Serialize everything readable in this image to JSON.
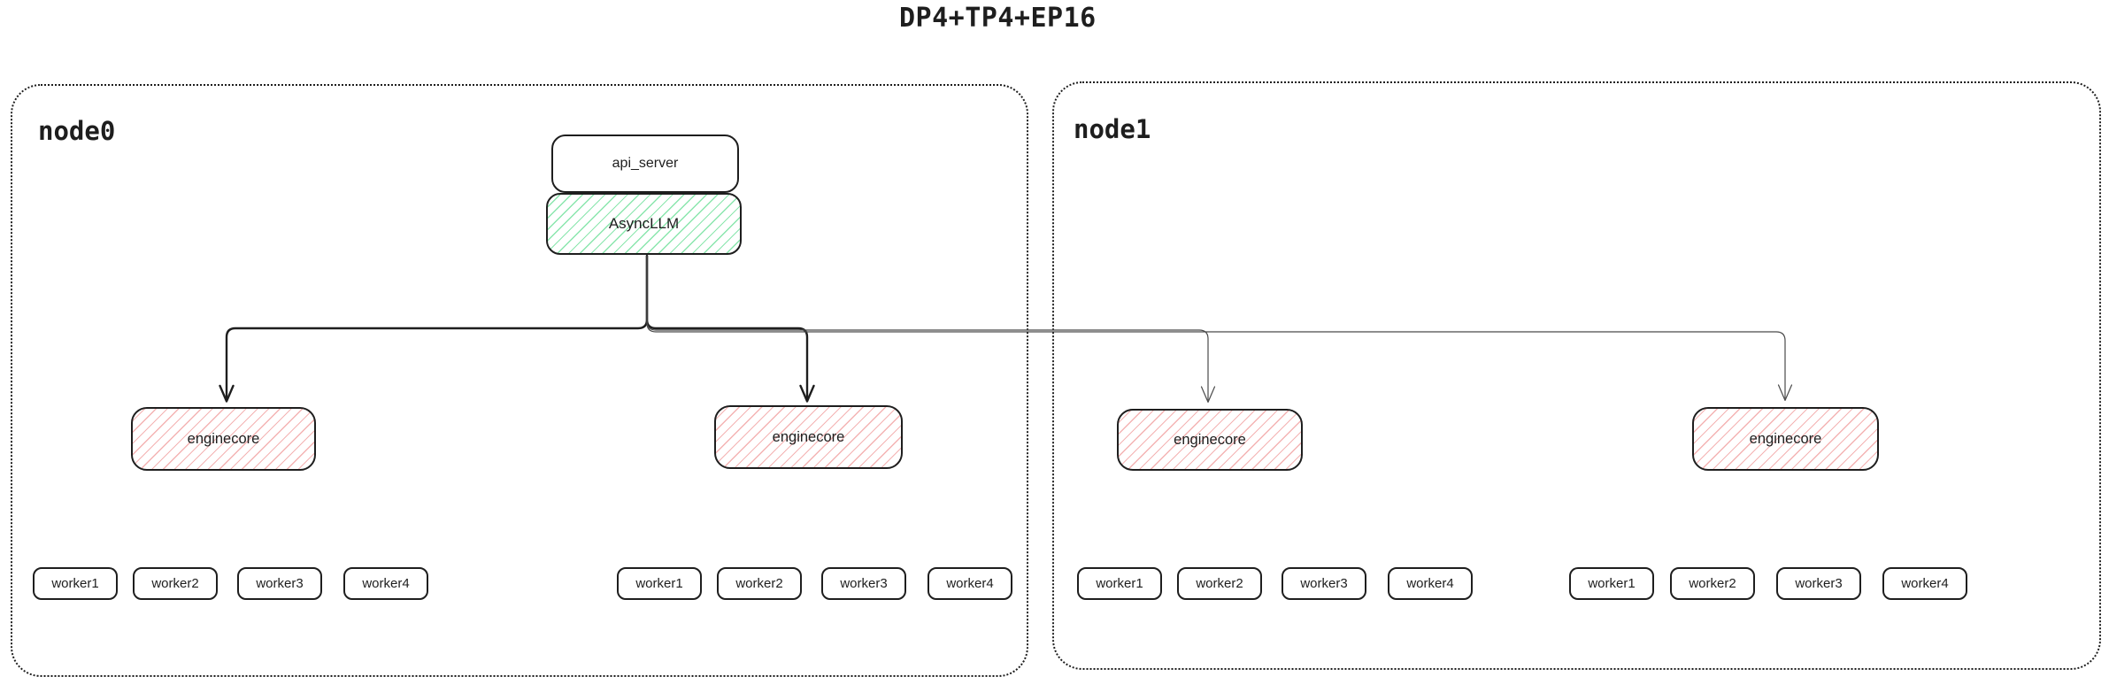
{
  "title": "DP4+TP4+EP16",
  "colors": {
    "ink": "#1e1e1e",
    "async_llm_hatch": "#8ae6ad",
    "enginecore_hatch": "#f4b3b3",
    "secondary_arrow": "#4a4a4a"
  },
  "node0": {
    "label": "node0",
    "api_server": {
      "label": "api_server"
    },
    "async_llm": {
      "label": "AsyncLLM"
    },
    "enginecores": [
      "enginecore",
      "enginecore"
    ],
    "worker_groups": [
      {
        "workers": [
          "worker1",
          "worker2",
          "worker3",
          "worker4"
        ]
      },
      {
        "workers": [
          "worker1",
          "worker2",
          "worker3",
          "worker4"
        ]
      }
    ]
  },
  "node1": {
    "label": "node1",
    "enginecores": [
      "enginecore",
      "enginecore"
    ],
    "worker_groups": [
      {
        "workers": [
          "worker1",
          "worker2",
          "worker3",
          "worker4"
        ]
      },
      {
        "workers": [
          "worker1",
          "worker2",
          "worker3",
          "worker4"
        ]
      }
    ]
  }
}
